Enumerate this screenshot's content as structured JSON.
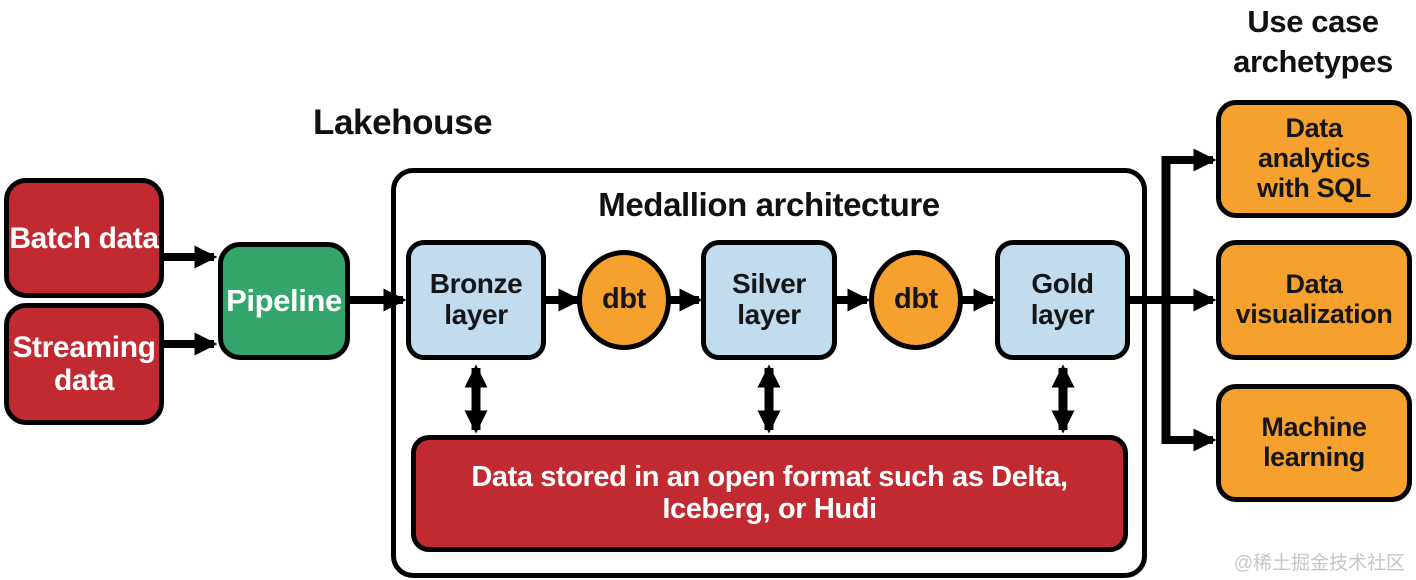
{
  "titles": {
    "lakehouse": "Lakehouse",
    "medallion": "Medallion architecture",
    "use_cases": "Use case archetypes"
  },
  "sources": [
    {
      "label": "Batch data"
    },
    {
      "label": "Streaming data"
    }
  ],
  "pipeline": {
    "label": "Pipeline"
  },
  "medallion_layers": [
    {
      "label": "Bronze layer"
    },
    {
      "label": "Silver layer"
    },
    {
      "label": "Gold layer"
    }
  ],
  "transform_nodes": [
    {
      "label": "dbt"
    },
    {
      "label": "dbt"
    }
  ],
  "storage": {
    "label": "Data stored in an open format such as Delta, Iceberg, or Hudi"
  },
  "use_case_boxes": [
    {
      "label": "Data analytics with SQL"
    },
    {
      "label": "Data visualization"
    },
    {
      "label": "Machine learning"
    }
  ],
  "watermark": "@稀土掘金技术社区",
  "colors": {
    "source_red": "#c22a31",
    "pipeline_green": "#34a56b",
    "layer_blue": "#c1dcef",
    "accent_orange": "#f6a12d",
    "line_black": "#000000",
    "watermark_gray": "#c6c6c6"
  }
}
